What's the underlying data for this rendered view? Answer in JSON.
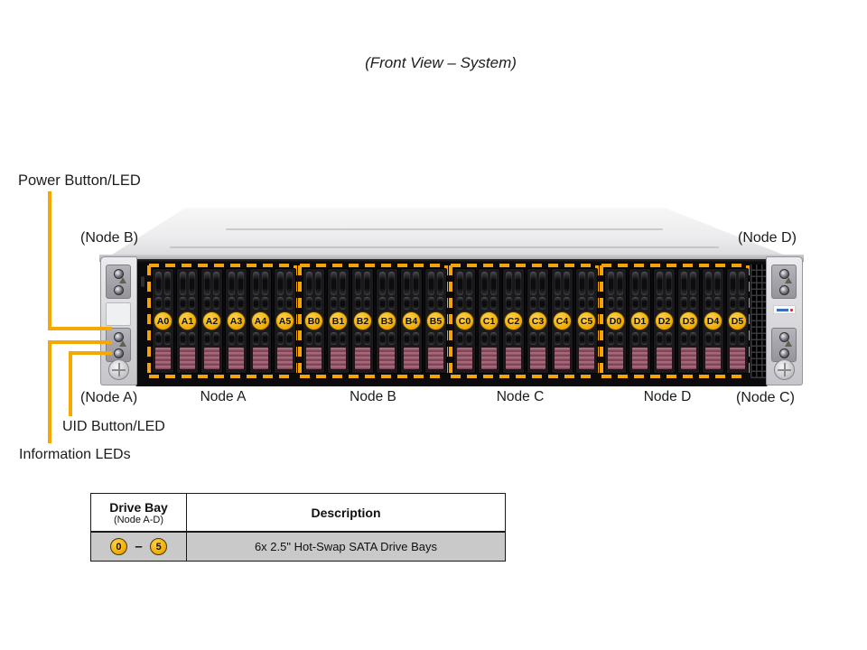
{
  "title": "(Front View – System)",
  "labels": {
    "power_button": "Power Button/LED",
    "uid_button": "UID Button/LED",
    "information_leds": "Information LEDs",
    "node_a_callout": "(Node A)",
    "node_b_callout": "(Node B)",
    "node_c_callout": "(Node C)",
    "node_d_callout": "(Node D)"
  },
  "node_labels": [
    "Node A",
    "Node B",
    "Node C",
    "Node D"
  ],
  "drive_groups": [
    {
      "node": "Node A",
      "bays": [
        "A0",
        "A1",
        "A2",
        "A3",
        "A4",
        "A5"
      ]
    },
    {
      "node": "Node B",
      "bays": [
        "B0",
        "B1",
        "B2",
        "B3",
        "B4",
        "B5"
      ]
    },
    {
      "node": "Node C",
      "bays": [
        "C0",
        "C1",
        "C2",
        "C3",
        "C4",
        "C5"
      ]
    },
    {
      "node": "Node D",
      "bays": [
        "D0",
        "D1",
        "D2",
        "D3",
        "D4",
        "D5"
      ]
    }
  ],
  "table": {
    "header": {
      "drive_bay_title": "Drive Bay",
      "drive_bay_subtitle": "(Node A-D)",
      "description_title": "Description"
    },
    "row": {
      "bay_range_start": "0",
      "bay_range_end": "5",
      "range_separator": "–",
      "description": "6x 2.5\" Hot-Swap SATA Drive Bays"
    }
  },
  "colors": {
    "callout_line": "#F5A800",
    "group_outline": "#F2A40A",
    "bay_label_circle": "#F0B400",
    "drive_latch": "#8E4F5C",
    "table_row_bg": "#C9C9C9"
  }
}
